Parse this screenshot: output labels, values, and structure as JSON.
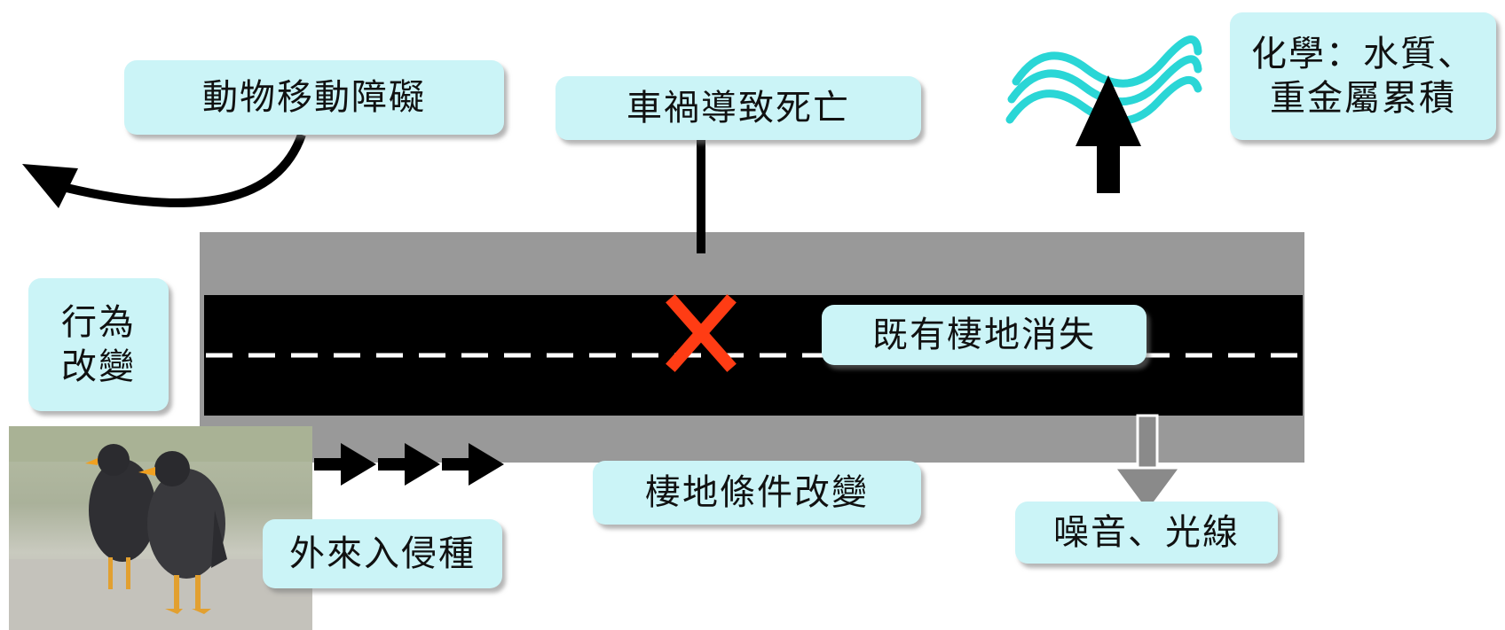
{
  "labels": {
    "animal_movement": "動物移動障礙",
    "roadkill": "車禍導致死亡",
    "chemical_line1": "化學：水質、",
    "chemical_line2": "重金屬累積",
    "behavior_line1": "行為",
    "behavior_line2": "改變",
    "habitat_loss": "既有棲地消失",
    "habitat_change": "棲地條件改變",
    "invasive_species": "外來入侵種",
    "noise_light": "噪音、光線"
  },
  "colors": {
    "label_fill": "#cbf4f7",
    "road_shoulder": "#999999",
    "asphalt": "#000000",
    "cross_mark": "#ff3c14",
    "water_waves": "#2ad6d6",
    "down_arrow": "#8a8a8a"
  },
  "icons": {
    "curved_arrow": "curved-arrow-icon",
    "cross": "cross-icon",
    "waves": "water-waves-icon",
    "up_arrow": "up-arrow-icon",
    "down_arrow": "down-arrow-icon",
    "right_arrows": "right-arrow-icon",
    "photo": "myna-birds-photo"
  }
}
